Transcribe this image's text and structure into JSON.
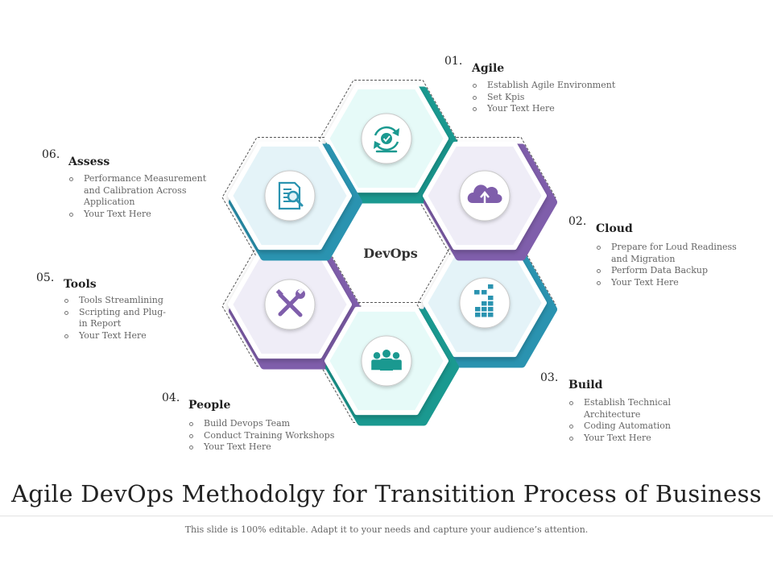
{
  "center_label": "DevOps",
  "title": "Agile DevOps Methodolgy for Transitition Process of Business",
  "subtitle": "This slide is 100% editable. Adapt it to your needs and capture your audience’s attention.",
  "colors": {
    "teal": "#1a9990",
    "purple": "#7f5eab",
    "blue": "#2a93b0",
    "light_teal": "#e6faf8",
    "light_lavender": "#efedf7",
    "light_blue": "#e4f3f8"
  },
  "steps": [
    {
      "number": "01.",
      "title": "Agile",
      "icon": "agile-cycle-icon",
      "points": [
        "Establish Agile Environment",
        "Set Kpis",
        "Your Text Here"
      ]
    },
    {
      "number": "02.",
      "title": "Cloud",
      "icon": "cloud-upload-icon",
      "points": [
        "Prepare for Loud Readiness and Migration",
        "Perform Data Backup",
        "Your Text Here"
      ]
    },
    {
      "number": "03.",
      "title": "Build",
      "icon": "blocks-icon",
      "points": [
        "Establish Technical Architecture",
        "Coding Automation",
        "Your Text Here"
      ]
    },
    {
      "number": "04.",
      "title": "People",
      "icon": "team-icon",
      "points": [
        "Build Devops Team",
        "Conduct Training Workshops",
        "Your Text Here"
      ]
    },
    {
      "number": "05.",
      "title": "Tools",
      "icon": "tools-icon",
      "points": [
        "Tools Streamlining",
        "Scripting and Plug-in Report",
        "Your Text Here"
      ]
    },
    {
      "number": "06.",
      "title": "Assess",
      "icon": "document-search-icon",
      "points": [
        "Performance Measurement and Calibration Across Application",
        "Your Text Here"
      ]
    }
  ]
}
